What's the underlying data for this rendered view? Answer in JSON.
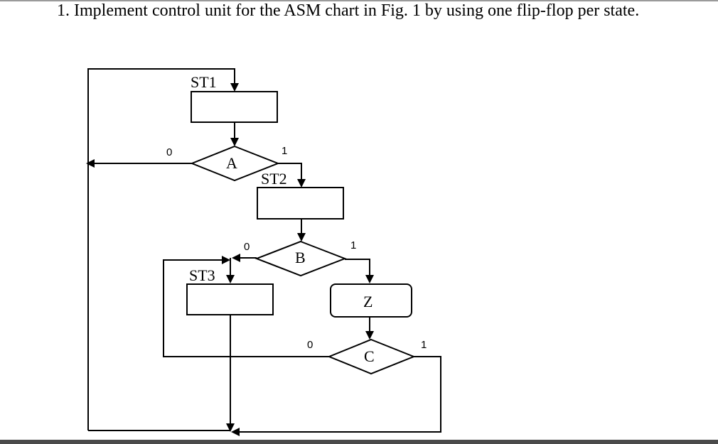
{
  "question": {
    "text": "1. Implement control unit for the ASM chart in Fig. 1 by using one flip-flop per state."
  },
  "diagram": {
    "states": [
      {
        "id": "st1",
        "label": "ST1"
      },
      {
        "id": "st2",
        "label": "ST2"
      },
      {
        "id": "st3",
        "label": "ST3"
      }
    ],
    "decisions": [
      {
        "id": "a",
        "label": "A",
        "false_label": "0",
        "true_label": "1"
      },
      {
        "id": "b",
        "label": "B",
        "false_label": "0",
        "true_label": "1"
      },
      {
        "id": "c",
        "label": "C",
        "false_label": "0",
        "true_label": "1"
      }
    ],
    "conditional_outputs": [
      {
        "id": "z",
        "label": "Z"
      }
    ]
  }
}
